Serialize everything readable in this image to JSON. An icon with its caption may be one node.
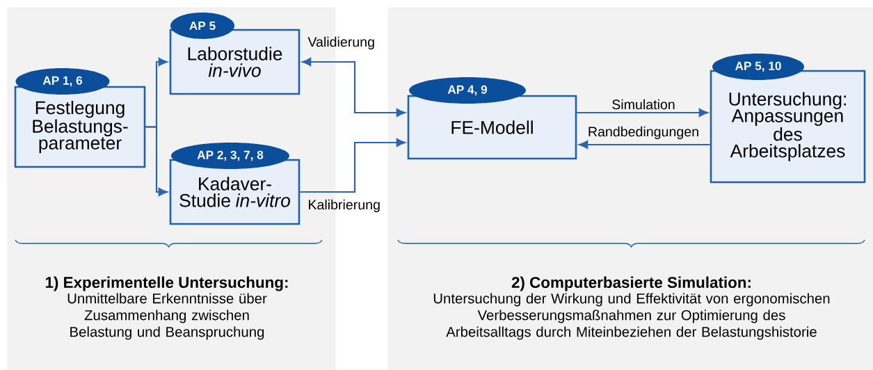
{
  "diagram": {
    "nodes": [
      {
        "text": [
          "1) Experimentelle Untersuchung:",
          "Unmittelbare Erkenntnisse über Zusammenhang zwischen Belastung und Beanspruchung"
        ]
      },
      {
        "text": [
          "AP 1, 6",
          "Festlegung Belastungs- parameter"
        ],
        "in": 0
      },
      {
        "text": [
          "AP 5",
          "Laborstudie *in-vivo*"
        ],
        "in": 0
      },
      {
        "text": [
          "AP 2, 3, 7, 8",
          "Kadaver- Studie *in-vitro*"
        ],
        "in": 0
      },
      {
        "text": [
          "2) Computerbasierte Simulation:",
          "Untersuchung der Wirkung und Effektivität von ergonomischen Verbesserungsmaßnahmen zur Optimierung des Arbeitsalltags durch Miteinbeziehen der Belastungshistorie"
        ]
      },
      {
        "text": [
          "AP 4, 9",
          "FE-Modell"
        ],
        "in": 4
      },
      {
        "text": [
          "AP 5, 10",
          "Untersuchung: Anpassungen des Arbeitsplatzes"
        ],
        "in": 4
      }
    ],
    "edges": [
      {
        "from": 1,
        "to": 2,
        "arrow": "to"
      },
      {
        "from": 1,
        "to": 3,
        "arrow": "to"
      },
      {
        "from": 5,
        "to": 2,
        "arrow": "both",
        "label": "Validierung"
      },
      {
        "from": 3,
        "to": 5,
        "arrow": "to",
        "label": "Kalibrierung"
      },
      {
        "from": 5,
        "to": 6,
        "arrow": "to",
        "label": "Simulation"
      },
      {
        "from": 6,
        "to": 5,
        "arrow": "to",
        "label": "Randbedingungen"
      }
    ]
  }
}
